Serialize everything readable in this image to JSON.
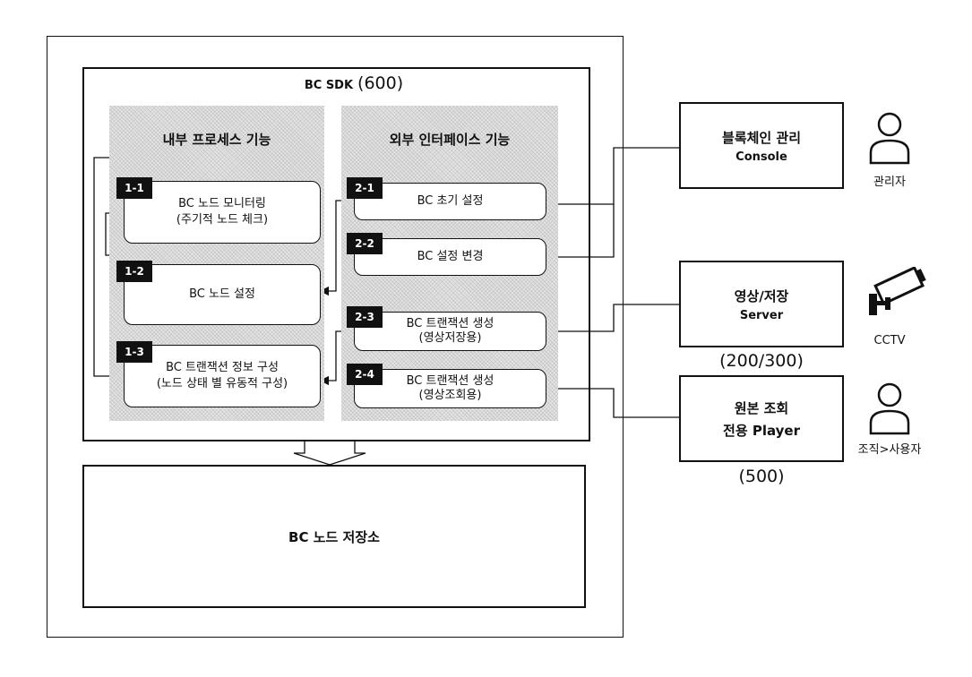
{
  "sdk": {
    "label": "BC SDK",
    "number": "(600)"
  },
  "internal": {
    "title": "내부 프로세스 기능",
    "items": [
      {
        "id": "1-1",
        "line1": "BC 노드 모니터링",
        "line2": "(주기적 노드 체크)"
      },
      {
        "id": "1-2",
        "line1": "BC 노드 설정",
        "line2": ""
      },
      {
        "id": "1-3",
        "line1": "BC 트랜잭션 정보 구성",
        "line2": "(노드 상태 별 유동적 구성)"
      }
    ]
  },
  "external": {
    "title": "외부 인터페이스 기능",
    "items": [
      {
        "id": "2-1",
        "line1": "BC 초기 설정",
        "line2": ""
      },
      {
        "id": "2-2",
        "line1": "BC 설정 변경",
        "line2": ""
      },
      {
        "id": "2-3",
        "line1": "BC 트랜잭션 생성",
        "line2": "(영상저장용)"
      },
      {
        "id": "2-4",
        "line1": "BC 트랜잭션 생성",
        "line2": "(영상조회용)"
      }
    ]
  },
  "storage": {
    "label": "BC 노드 저장소"
  },
  "systems": [
    {
      "line1": "블록체인 관리",
      "line2": "Console",
      "actor": "관리자",
      "number": "",
      "icon": "person-icon"
    },
    {
      "line1": "영상/저장",
      "line2": "Server",
      "actor": "CCTV",
      "number": "(200/300)",
      "icon": "cctv-icon"
    },
    {
      "line1": "원본 조회",
      "line2": "전용 Player",
      "actor": "조직>사용자",
      "number": "(500)",
      "icon": "person-icon"
    }
  ]
}
